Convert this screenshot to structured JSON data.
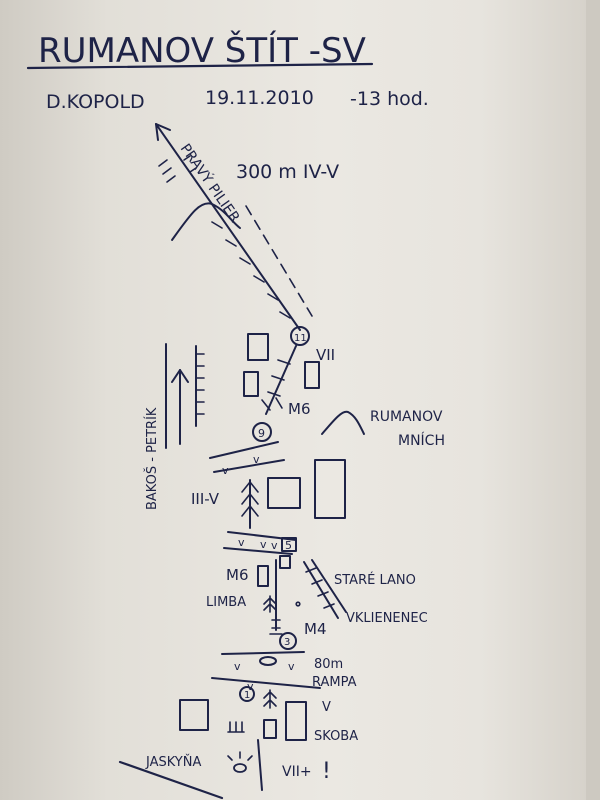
{
  "header": {
    "title": "RUMANOV ŠTÍT -SV",
    "author": "D.KOPOLD",
    "date": "19.11.2010",
    "duration": "-13 hod."
  },
  "labels": {
    "route_name": "PRAVÝ PILIER",
    "route_grade": "300 m IV-V",
    "pitch_grade_vii": "VII",
    "anchor_m6_upper": "M6",
    "rumanov_mnich": "RUMANOV MNÍCH",
    "bakos_petrik": "BAKOŠ - PETRÍK",
    "grade_iii_v": "III-V",
    "anchor_m6_lower": "M6",
    "stare_lano": "STARÉ LANO",
    "limba": "LIMBA",
    "vklienenec": "VKLIENENEC",
    "anchor_m4": "M4",
    "ramp_length": "80m",
    "rampa": "RAMPA",
    "grade_v": "V",
    "skoba": "SKOBA",
    "jaskyna": "JASKYŇA",
    "grade_viiplus": "VII+"
  },
  "belays": {
    "b11": "11",
    "b9": "9",
    "b5": "5",
    "b3": "3",
    "b1": "1"
  },
  "marks": {
    "v_small": "v",
    "exclamation": "!"
  },
  "colors": {
    "ink": "#1e2347",
    "paper": "#e9e6e0"
  }
}
